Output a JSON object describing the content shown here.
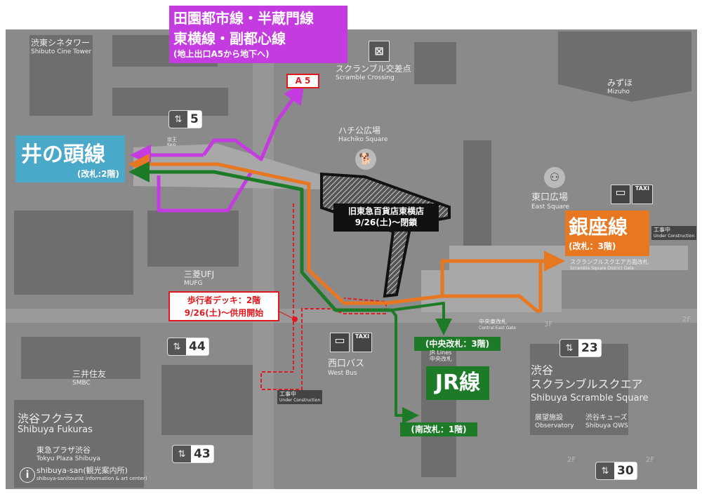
{
  "colors": {
    "purple": "#c43ce0",
    "orange": "#e87722",
    "green": "#1d7a27",
    "cyan": "#4aa8c8",
    "red": "#e0191f",
    "black": "#111111",
    "map_bg": "#8a8a8a"
  },
  "lines": {
    "purple": {
      "line1": "田園都市線・半蔵門線",
      "line2": "東横線・副都心線",
      "note": "(地上出口A5から地下へ)"
    },
    "a5": "A 5",
    "inokashira": {
      "name": "井の頭線",
      "gate": "(改札:2階)"
    },
    "ginza": {
      "name": "銀座線",
      "gate": "(改札：3階)"
    },
    "jr": {
      "name": "JR線",
      "central_gate": "(中央改札：3階)",
      "south_gate": "(南改札：1階)"
    }
  },
  "notices": {
    "toyoko": {
      "line1": "旧東急百貨店東横店",
      "line2": "9/26(土)〜閉鎖"
    },
    "deck": {
      "line1": "歩行者デッキ：2階",
      "line2": "9/26(土)〜供用開始"
    }
  },
  "places": [
    {
      "ja": "渋東シネタワー",
      "en": "Shibuto Cine Tower"
    },
    {
      "ja": "スクランブル交差点",
      "en": "Scramble Crossing"
    },
    {
      "ja": "ハチ公広場",
      "en": "Hachiko Square"
    },
    {
      "ja": "みずほ",
      "en": "Mizuho"
    },
    {
      "ja": "東口広場",
      "en": "East Square"
    },
    {
      "ja": "三菱UFJ",
      "en": "MUFG"
    },
    {
      "ja": "三井住友",
      "en": "SMBC"
    },
    {
      "ja": "西口バス",
      "en": "West Bus"
    },
    {
      "ja": "渋谷フクラス",
      "en": "Shibuya Fukuras"
    },
    {
      "ja": "東急プラザ渋谷",
      "en": "Tokyu Plaza Shibuya"
    },
    {
      "ja": "shibuya-san(観光案内所)",
      "en": "shibuya-san(tourist information & art center)"
    },
    {
      "ja": "渋谷",
      "en": "スクランブルスクエア"
    },
    {
      "ja": "Shibuya Scramble Square",
      "en": ""
    },
    {
      "ja": "展望施設",
      "en": "Observatory"
    },
    {
      "ja": "渋谷キューズ",
      "en": "Shibuya QWS"
    },
    {
      "ja": "スクランブルスクエア方面改札",
      "en": "Scramble Square District Gate"
    },
    {
      "ja": "中央東改札",
      "en": "Central East Gate"
    },
    {
      "ja": "工事中",
      "en": "Under Construction"
    },
    {
      "ja": "工事中",
      "en": "Under Construction"
    },
    {
      "ja": "京王",
      "en": "Keio"
    },
    {
      "ja": "中央改札",
      "en": "JR Lines"
    }
  ],
  "exits": [
    "5",
    "44",
    "43",
    "23",
    "30"
  ],
  "taxi": "TAXI",
  "floors": [
    "3F",
    "2F",
    "2F",
    "2F"
  ]
}
